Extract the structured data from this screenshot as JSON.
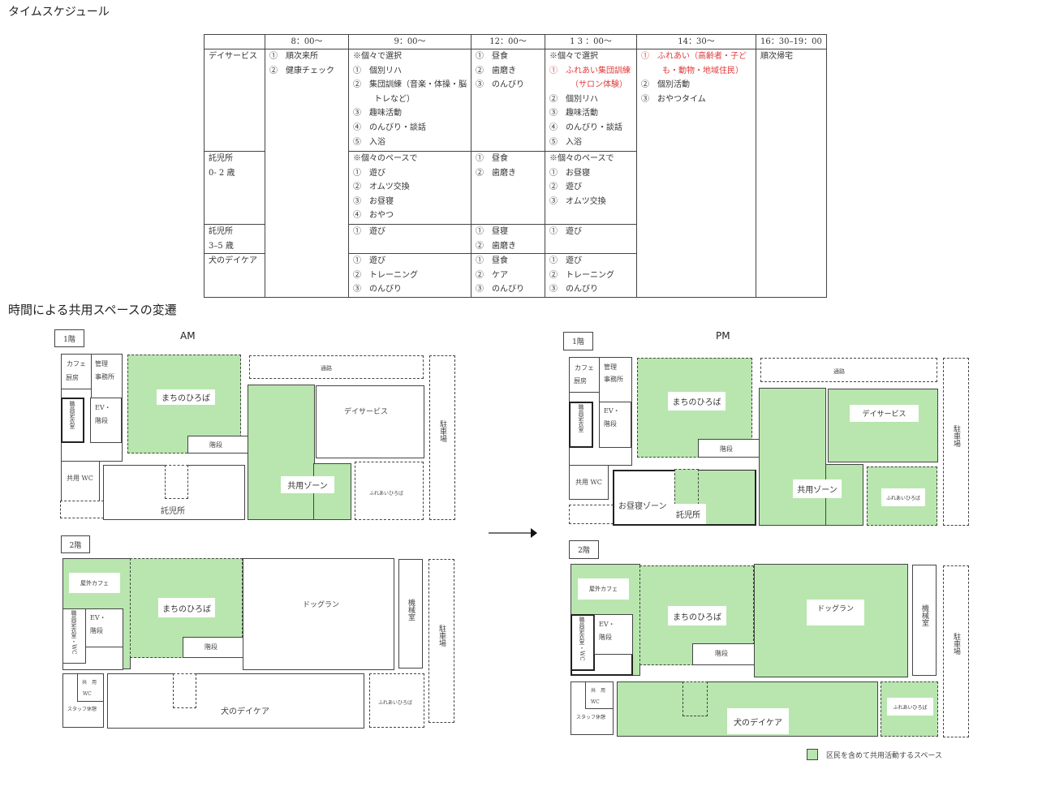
{
  "titles": {
    "schedule": "タイムスケジュール",
    "transition": "時間による共用スペースの変遷"
  },
  "schedule": {
    "headers": [
      "",
      "8：00〜",
      "9：00〜",
      "12：00〜",
      "1 3 ：00〜",
      "14：30〜",
      "16：30–19：00"
    ],
    "rows": [
      {
        "label": [
          "デイサービス"
        ],
        "c900": [
          {
            "t": "※個々で選択"
          },
          {
            "t": "①　個別リハ"
          },
          {
            "t": "②　集団訓練（音楽・体操・脳"
          },
          {
            "t": "トレなど）",
            "i": 1
          },
          {
            "t": "③　趣味活動"
          },
          {
            "t": "④　のんびり・談話"
          },
          {
            "t": "⑤　入浴"
          }
        ],
        "c1200": [
          {
            "t": "①　昼食"
          },
          {
            "t": "②　歯磨き"
          },
          {
            "t": "③　のんびり"
          }
        ],
        "c1300": [
          {
            "t": "※個々で選択"
          },
          {
            "t": "①　ふれあい集団訓練",
            "r": 1
          },
          {
            "t": "（サロン体験）",
            "r": 1,
            "i": 1
          },
          {
            "t": "②　個別リハ"
          },
          {
            "t": "③　趣味活動"
          },
          {
            "t": "④　のんびり・談話"
          },
          {
            "t": "⑤　入浴"
          }
        ]
      },
      {
        "label": [
          "託児所",
          "0- 2 歳"
        ],
        "c900": [
          {
            "t": "※個々のペースで"
          },
          {
            "t": "①　遊び"
          },
          {
            "t": "②　オムツ交換"
          },
          {
            "t": "③　お昼寝"
          },
          {
            "t": "④　おやつ"
          }
        ],
        "c1200": [
          {
            "t": "①　昼食"
          },
          {
            "t": "②　歯磨き"
          }
        ],
        "c1300": [
          {
            "t": "※個々のペースで"
          },
          {
            "t": "①　お昼寝"
          },
          {
            "t": "②　遊び"
          },
          {
            "t": "③　オムツ交換"
          }
        ]
      },
      {
        "label": [
          "託児所",
          "3–5 歳"
        ],
        "c900": [
          {
            "t": "①　遊び"
          }
        ],
        "c1200": [
          {
            "t": "①　昼寝"
          },
          {
            "t": "②　歯磨き"
          }
        ],
        "c1300": [
          {
            "t": "①　遊び"
          }
        ]
      },
      {
        "label": [
          "犬のデイケア"
        ],
        "c900": [
          {
            "t": "①　遊び"
          },
          {
            "t": "②　トレーニング"
          },
          {
            "t": "③　のんびり"
          }
        ],
        "c1200": [
          {
            "t": "①　昼食"
          },
          {
            "t": "②　ケア"
          },
          {
            "t": "③　のんびり"
          }
        ],
        "c1300": [
          {
            "t": "①　遊び"
          },
          {
            "t": "②　トレーニング"
          },
          {
            "t": "③　のんびり"
          }
        ]
      }
    ],
    "c800": [
      {
        "t": "①　順次来所"
      },
      {
        "t": "②　健康チェック"
      }
    ],
    "c1430": [
      {
        "t": "①　ふれあい（高齢者・子ど",
        "r": 1
      },
      {
        "t": "も・動物・地域住民）",
        "r": 1,
        "i": 1
      },
      {
        "t": "②　個別活動"
      },
      {
        "t": "③　おやつタイム"
      }
    ],
    "c1630": [
      {
        "t": "順次帰宅"
      }
    ]
  },
  "plans": {
    "am": "AM",
    "pm": "PM",
    "floor1": "1階",
    "floor2": "2階",
    "rooms": {
      "cafe": "カフェ",
      "kitchen": "厨房",
      "kanri": "管理",
      "jimusho": "事務所",
      "locker": "職員更衣室",
      "ev": "EV・",
      "stairs": "階段",
      "wc": "共用 WC",
      "machi": "まちのひろば",
      "takuji": "託児所",
      "kyoyo": "共用ゾーン",
      "tsuro": "通路",
      "day": "デイサービス",
      "fureai": "ふれあいひろば",
      "parking": "駐車場",
      "ohirune": "お昼寝ゾーン",
      "outcafe": "屋外カフェ",
      "locker_wc": "職員更衣室・WC",
      "dogrun": "ドッグラン",
      "kikai": "機械室",
      "kyo": "共　用",
      "wc2": "WC",
      "staff": "スタッフ休憩",
      "dogcare": "犬のデイケア"
    },
    "legend": "区民を含めて共用活動するスペース"
  },
  "colors": {
    "shared": "#b8e6ae",
    "highlight": "#e03a3a"
  }
}
